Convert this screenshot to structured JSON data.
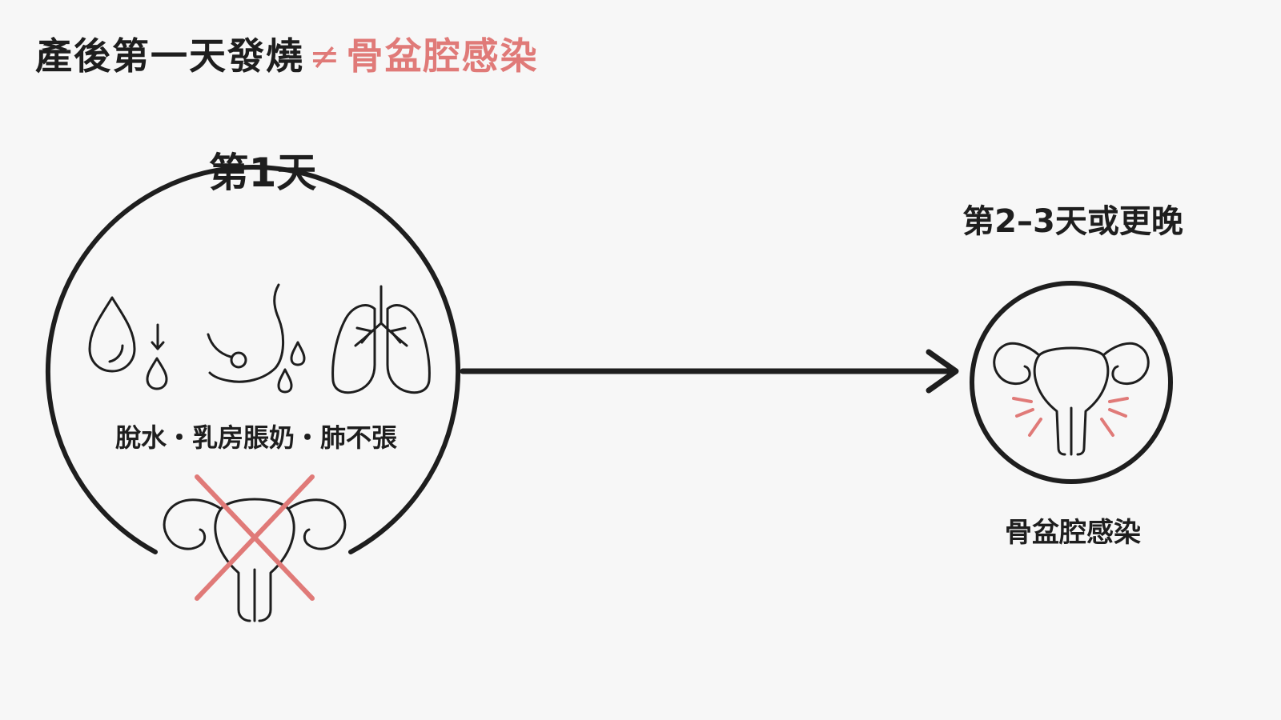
{
  "title": {
    "main": "產後第一天發燒",
    "symbol": "≠",
    "accent": "骨盆腔感染"
  },
  "day1": {
    "heading": "第1天",
    "causes": "脫水・乳房脹奶・肺不張",
    "icons": [
      "water-drop-dehydration-icon",
      "breast-milk-icon",
      "lungs-icon",
      "uterus-crossed-icon"
    ]
  },
  "later": {
    "heading": "第2–3天或更晚",
    "result": "骨盆腔感染",
    "icons": [
      "uterus-inflamed-icon"
    ]
  },
  "colors": {
    "background": "#f7f7f7",
    "ink": "#1e1e1e",
    "accent": "#e07a78"
  }
}
